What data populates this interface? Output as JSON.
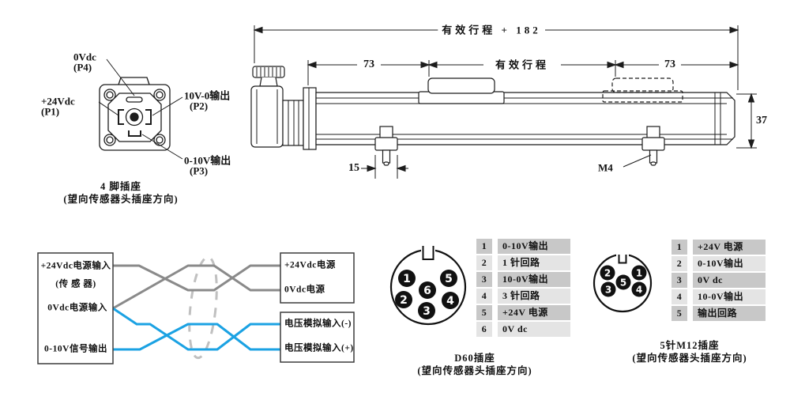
{
  "connector4": {
    "label_top": "0Vdc",
    "label_top_pin": "(P4)",
    "label_left": "+24Vdc",
    "label_left_pin": "(P1)",
    "label_right": "10V-0输出",
    "label_right_pin": "(P2)",
    "label_bottom": "0-10V输出",
    "label_bottom_pin": "(P3)",
    "caption_line1": "4 脚插座",
    "caption_line2": "(望向传感器头插座方向)"
  },
  "drawing": {
    "dim_total": "有效行程 + 182",
    "dim_73_left": "73",
    "dim_stroke": "有效行程",
    "dim_73_right": "73",
    "dim_height": "37",
    "dim_foot": "15",
    "label_thread": "M4"
  },
  "wiring": {
    "sensor_line1": "+24Vdc电源输入",
    "sensor_line2": "(传 感 器)",
    "sensor_line3": "0Vdc电源输入",
    "sensor_line4": "0-10V信号输出",
    "power_line1": "+24Vdc电源",
    "power_line2": "0Vdc电源",
    "signal_line1": "电压模拟输入(-)",
    "signal_line2": "电压模拟输入(+)",
    "wire_gray": "#8a8a8a",
    "wire_blue": "#1ba2e3",
    "shield_gray": "#c0c0c0"
  },
  "d60": {
    "pins": [
      "1",
      "2",
      "3",
      "4",
      "5",
      "6"
    ],
    "table": [
      {
        "pin": "1",
        "label": "0-10V输出"
      },
      {
        "pin": "2",
        "label": "1 针回路"
      },
      {
        "pin": "3",
        "label": "10-0V输出"
      },
      {
        "pin": "4",
        "label": "3 针回路"
      },
      {
        "pin": "5",
        "label": "+24V 电源"
      },
      {
        "pin": "6",
        "label": "0V dc"
      }
    ],
    "caption_line1": "D60插座",
    "caption_line2": "(望向传感器头插座方向)"
  },
  "m12": {
    "pins": [
      "1",
      "2",
      "3",
      "4",
      "5"
    ],
    "table": [
      {
        "pin": "1",
        "label": "+24V 电源"
      },
      {
        "pin": "2",
        "label": "0-10V输出"
      },
      {
        "pin": "3",
        "label": "0V dc"
      },
      {
        "pin": "4",
        "label": "10-0V输出"
      },
      {
        "pin": "5",
        "label": "输出回路"
      }
    ],
    "caption_line1": "5针M12插座",
    "caption_line2": "(望向传感器头插座方向)"
  }
}
